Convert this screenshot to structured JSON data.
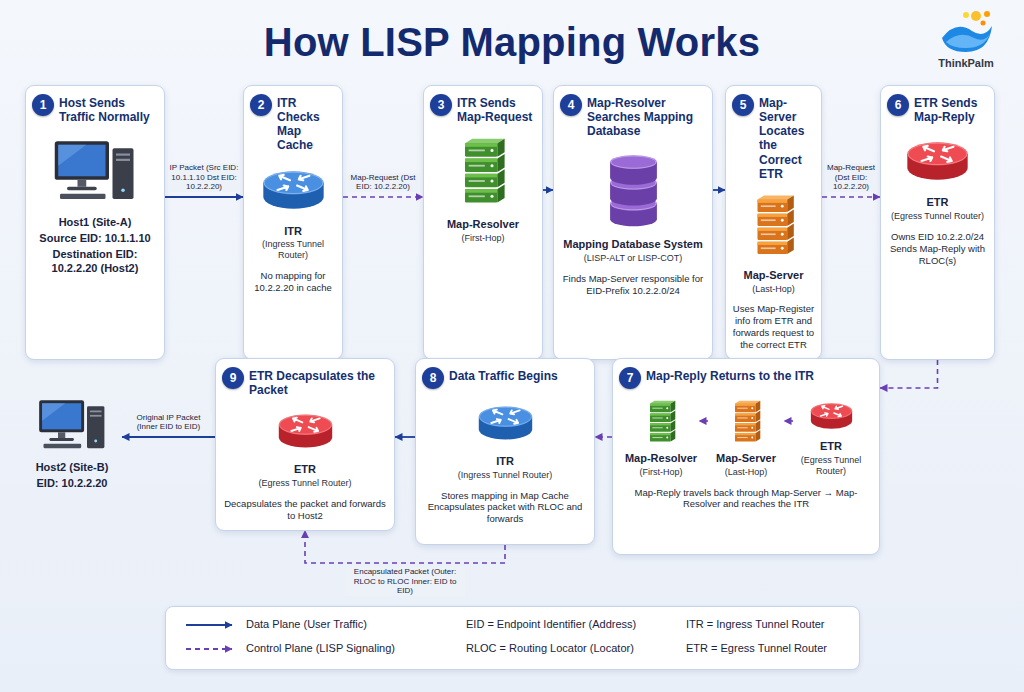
{
  "diagram": {
    "title": "How LISP Mapping Works",
    "nodes": [
      {
        "text": [
          "1",
          "Host Sends Traffic Normally",
          "Host1 (Site-A)",
          "Source EID: 10.1.1.10",
          "Destination EID: 10.2.2.20 (Host2)"
        ]
      },
      {
        "text": [
          "2",
          "ITR Checks Map Cache",
          "ITR",
          "(Ingress Tunnel Router)",
          "No mapping for 10.2.2.20 in cache"
        ]
      },
      {
        "text": [
          "3",
          "ITR Sends Map-Request",
          "Map-Resolver",
          "(First-Hop)"
        ]
      },
      {
        "text": [
          "4",
          "Map-Resolver Searches Mapping Database",
          "Mapping Database System",
          "(LISP-ALT or LISP-COT)",
          "Finds Map-Server responsible for EID-Prefix 10.2.2.0/24"
        ]
      },
      {
        "text": [
          "5",
          "Map-Server Locates the Correct ETR",
          "Map-Server",
          "(Last-Hop)",
          "Uses Map-Register info from ETR and forwards request to the correct ETR"
        ]
      },
      {
        "text": [
          "6",
          "ETR Sends Map-Reply",
          "ETR",
          "(Egress Tunnel Router)",
          "Owns EID 10.2.2.0/24 Sends Map-Reply with RLOC(s)"
        ]
      },
      {
        "text": [
          "7",
          "Map-Reply Returns to the ITR",
          "Map-Reply travels back through Map-Server → Map-Resolver and reaches the ITR"
        ]
      },
      {
        "text": [
          "Map-Resolver",
          "(First-Hop)"
        ],
        "in": 6
      },
      {
        "text": [
          "Map-Server",
          "(Last-Hop)"
        ],
        "in": 6
      },
      {
        "text": [
          "ETR",
          "(Egress Tunnel Router)"
        ],
        "in": 6
      },
      {
        "text": [
          "8",
          "Data Traffic Begins",
          "ITR",
          "(Ingress Tunnel Router)",
          "Stores mapping in Map Cache Encapsulates packet with RLOC and forwards"
        ]
      },
      {
        "text": [
          "9",
          "ETR Decapsulates the Packet",
          "ETR",
          "(Egress Tunnel Router)",
          "Decapsulates the packet and forwards to Host2"
        ]
      },
      {
        "text": [
          "Host2 (Site-B)",
          "EID: 10.2.2.20"
        ]
      }
    ],
    "edges": [
      {
        "from": 0,
        "to": 1,
        "arrow": "to",
        "label": "IP Packet (Src EID: 10.1.1.10 Dst EID: 10.2.2.20)"
      },
      {
        "from": 1,
        "to": 2,
        "arrow": "to",
        "label": "Map-Request (Dst EID: 10.2.2.20)"
      },
      {
        "from": 2,
        "to": 3,
        "arrow": "to"
      },
      {
        "from": 3,
        "to": 4,
        "arrow": "to"
      },
      {
        "from": 4,
        "to": 5,
        "arrow": "to",
        "label": "Map-Request (Dst EID: 10.2.2.20)"
      },
      {
        "from": 5,
        "to": 6,
        "arrow": "to"
      },
      {
        "from": 9,
        "to": 8,
        "arrow": "to"
      },
      {
        "from": 8,
        "to": 7,
        "arrow": "to"
      },
      {
        "from": 6,
        "to": 10,
        "arrow": "to"
      },
      {
        "from": 10,
        "to": 11,
        "arrow": "to"
      },
      {
        "from": 10,
        "to": 11,
        "arrow": "to",
        "label": "Encapsulated Packet (Outer: RLOC to RLOC Inner: EID to EID)"
      },
      {
        "from": 11,
        "to": 12,
        "arrow": "to",
        "label": "Original IP Packet (Inner EID to EID)"
      }
    ],
    "labels": [
      "ThinkPalm",
      "EID = Endpoint Identifier (Address)",
      "ITR = Ingress Tunnel Router",
      "RLOC = Routing Locator (Locator)",
      "ETR = Egress Tunnel Router"
    ],
    "legend": [
      {
        "text": "Data Plane (User Traffic)"
      },
      {
        "text": "Control Plane (LISP Signaling)"
      }
    ]
  }
}
